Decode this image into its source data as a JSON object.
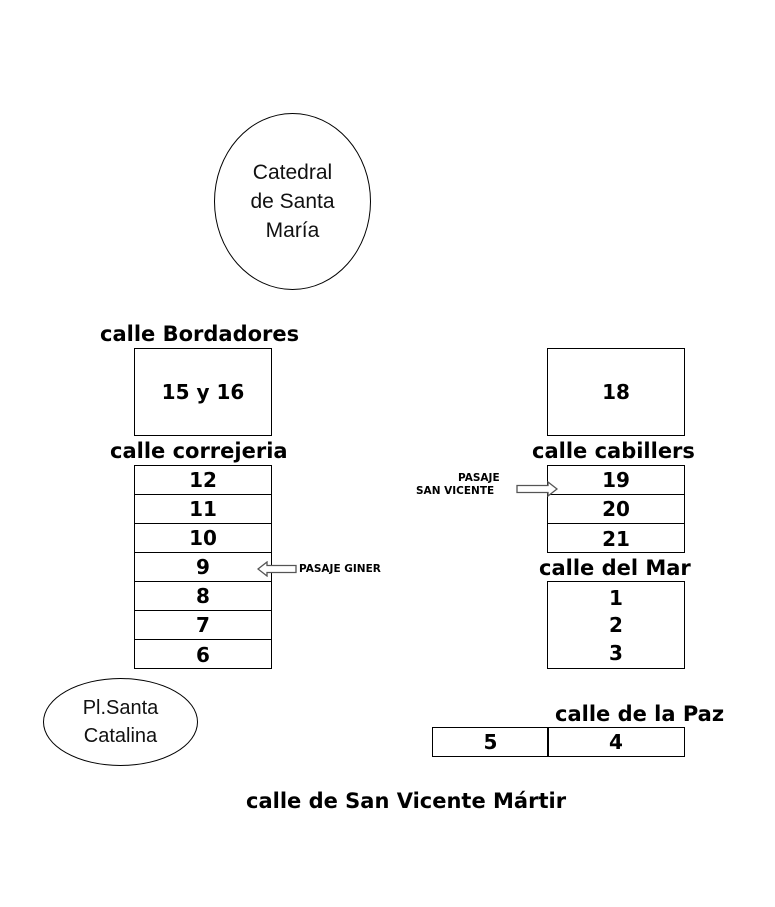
{
  "landmarks": {
    "cathedral": "Catedral\nde Santa\nMaría",
    "plaza": "Pl.Santa\nCatalina"
  },
  "streets": {
    "bordadores": "calle Bordadores",
    "correjeria": "calle correjeria",
    "cabillers": "calle cabillers",
    "del_mar": "calle del Mar",
    "de_la_paz": "calle de la Paz",
    "san_vicente_martir": "calle de San Vicente Mártir"
  },
  "blocks": {
    "bordadores": "15 y 16",
    "top_right": "18",
    "correjeria": [
      "12",
      "11",
      "10",
      "9",
      "8",
      "7",
      "6"
    ],
    "cabillers": [
      "19",
      "20",
      "21"
    ],
    "del_mar": [
      "1",
      "2",
      "3"
    ],
    "paz": [
      "5",
      "4"
    ]
  },
  "passages": {
    "san_vicente_line1": "PASAJE",
    "san_vicente_line2": "SAN VICENTE",
    "giner": "PASAJE GINER"
  }
}
